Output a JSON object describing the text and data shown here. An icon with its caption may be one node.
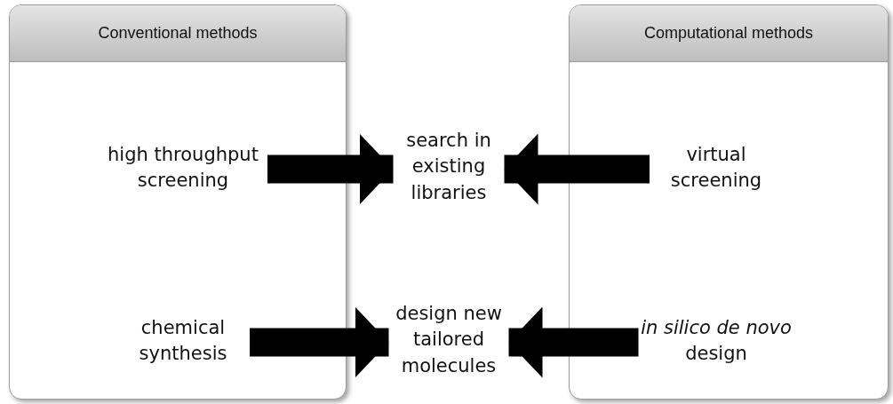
{
  "diagram": {
    "nodes": [
      {
        "text": [
          "Conventional methods"
        ]
      },
      {
        "text": [
          "high throughput screening"
        ],
        "in": 0
      },
      {
        "text": [
          "chemical synthesis"
        ],
        "in": 0
      },
      {
        "text": [
          "search in existing libraries"
        ]
      },
      {
        "text": [
          "design new tailored molecules"
        ]
      },
      {
        "text": [
          "Computational methods"
        ]
      },
      {
        "text": [
          "virtual screening"
        ],
        "in": 5
      },
      {
        "text": [
          "*in silico* *de novo* design"
        ],
        "in": 5
      }
    ],
    "edges": [
      {
        "from": 1,
        "to": 3,
        "arrow": "to"
      },
      {
        "from": 6,
        "to": 3,
        "arrow": "to"
      },
      {
        "from": 2,
        "to": 4,
        "arrow": "to"
      },
      {
        "from": 7,
        "to": 4,
        "arrow": "to"
      }
    ]
  }
}
